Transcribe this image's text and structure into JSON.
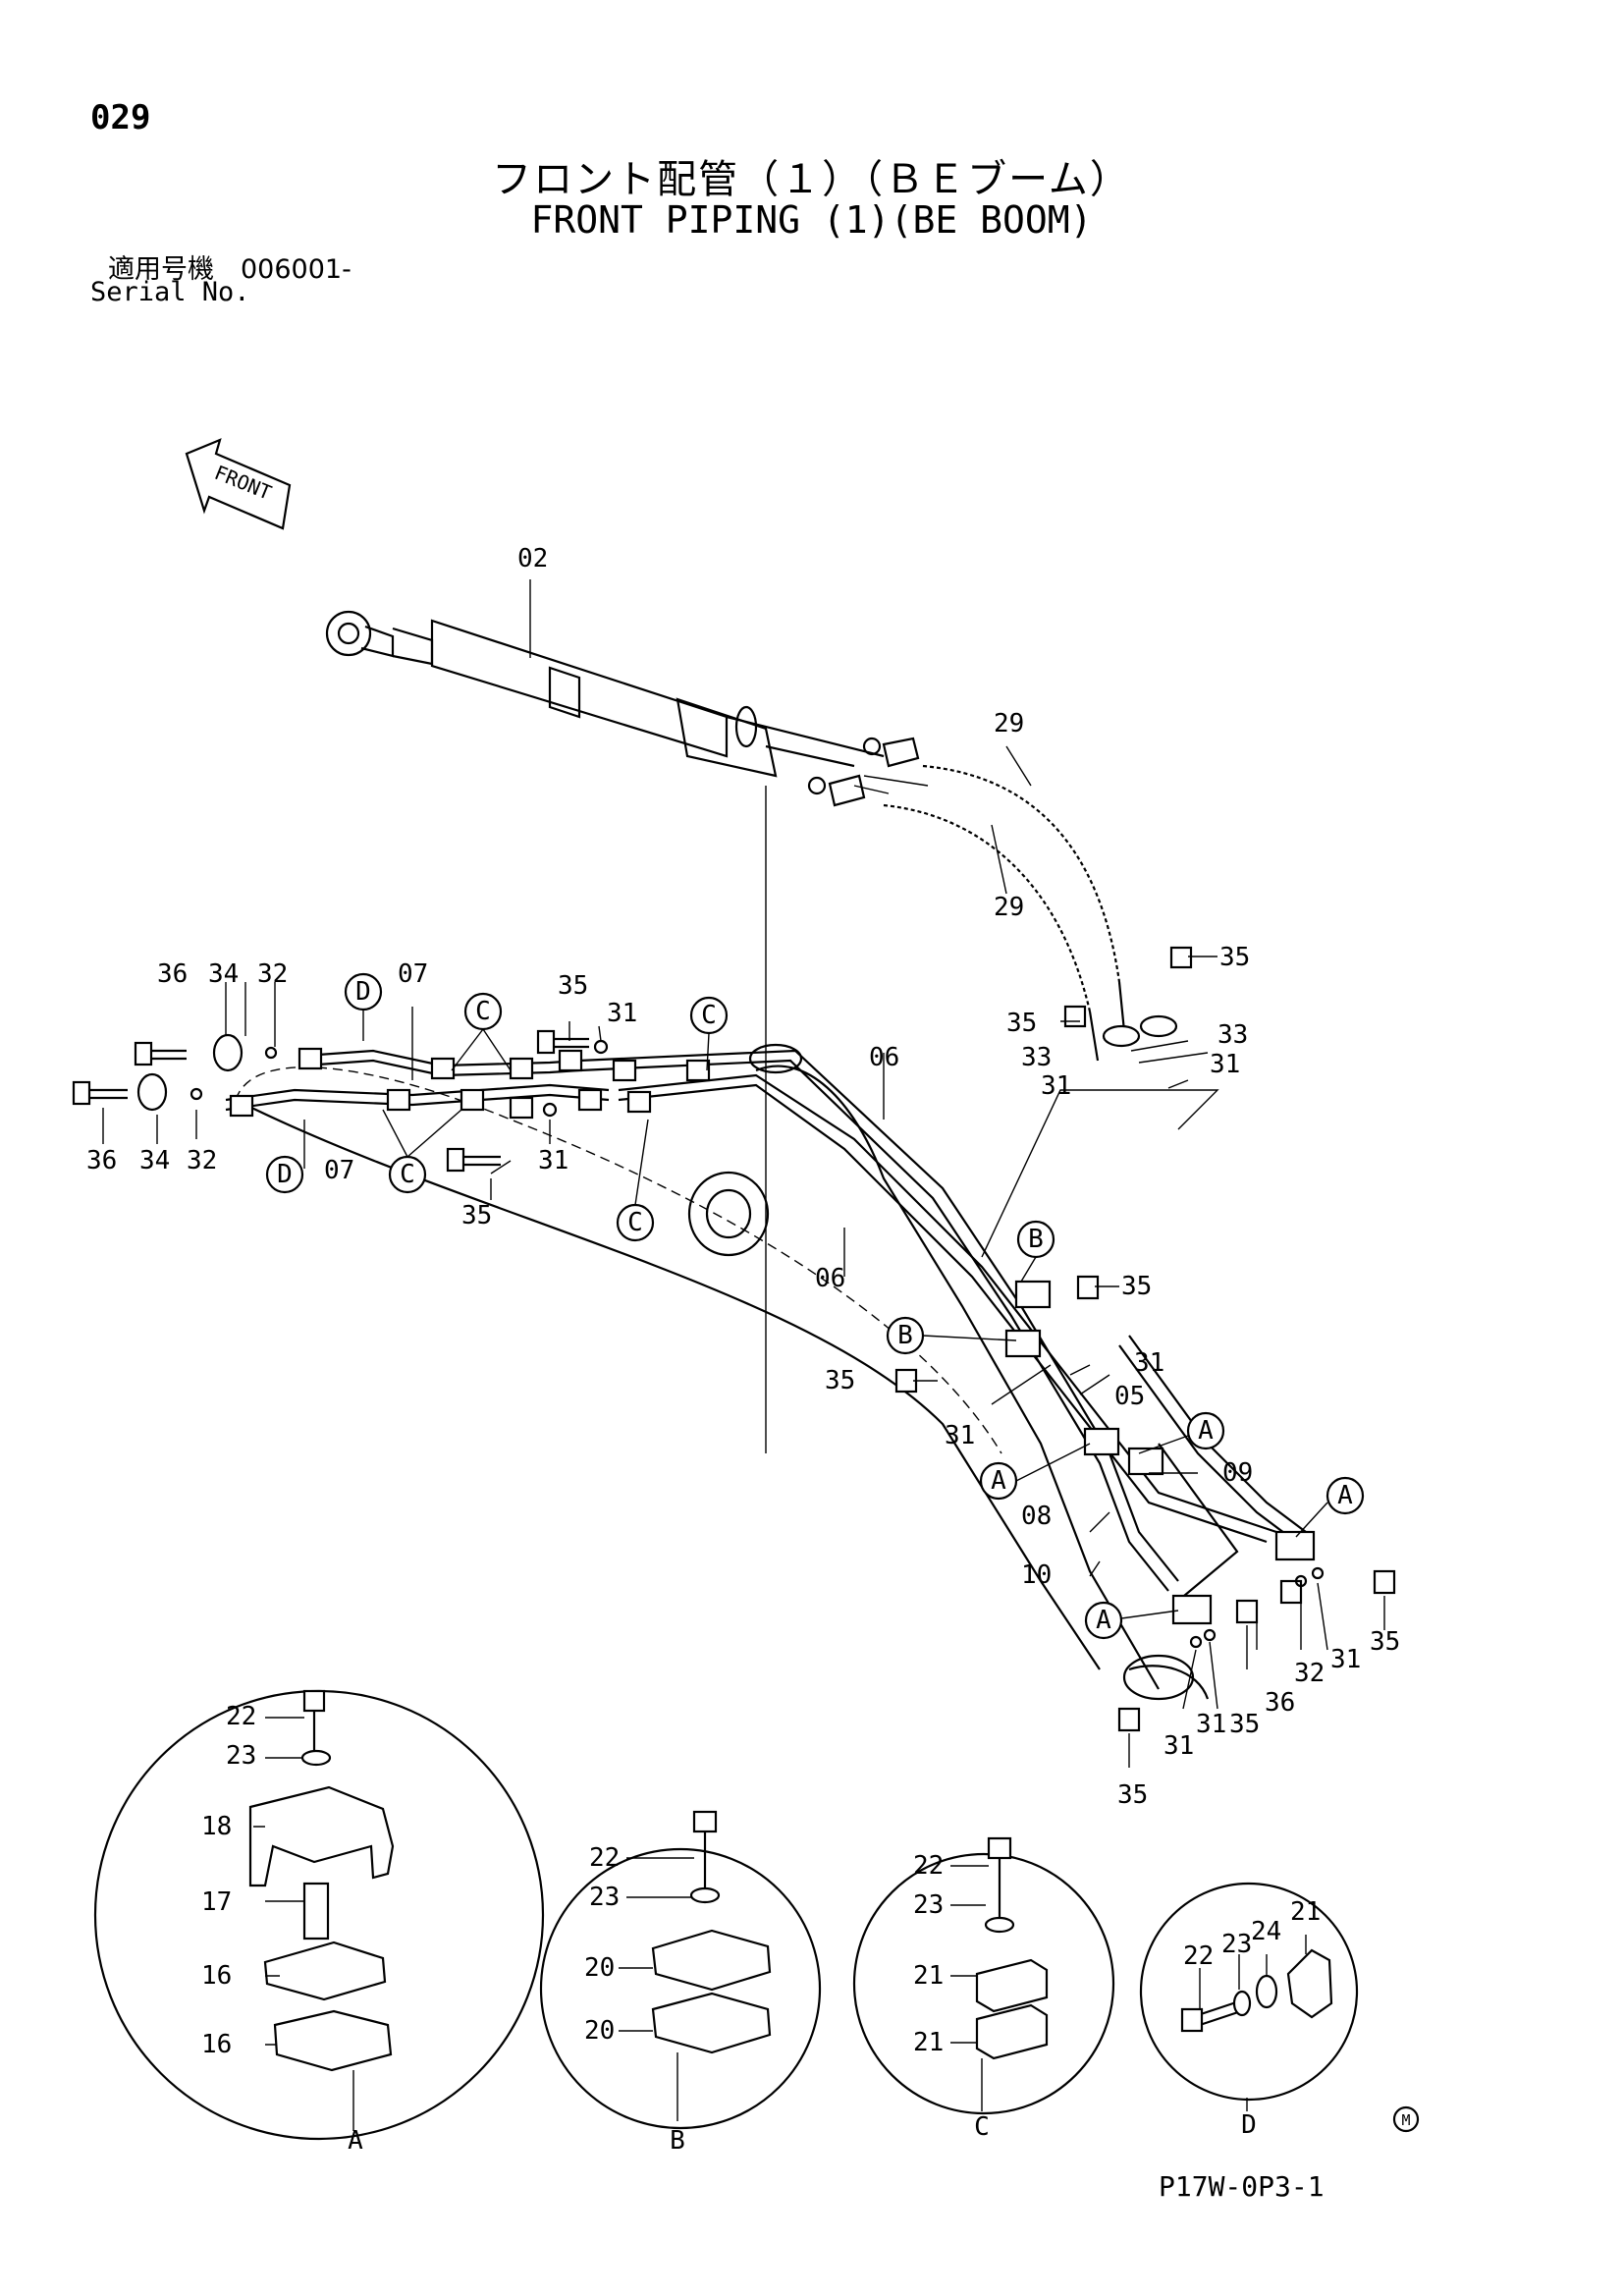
{
  "header": {
    "page_number": "029",
    "title_jp": "フロント配管（１）（ＢＥブーム）",
    "title_en": "FRONT PIPING (1)(BE BOOM)",
    "serial_label_jp": "適用号機　006001-",
    "serial_label_en": "Serial No."
  },
  "diagram": {
    "front_arrow_label": "FRONT",
    "part_labels": {
      "p02": "02",
      "p29a": "29",
      "p29b": "29",
      "p35_tr": "35",
      "p35_ml": "35",
      "p35_bl": "35",
      "p35_rm": "35",
      "p35_mid": "35",
      "p35_br": "35",
      "p35_bc1": "35",
      "p35_bc2": "35",
      "p33a": "33",
      "p33b": "33",
      "p31_tr": "31",
      "p31_r2": "31",
      "p31_ml": "31",
      "p31_ml2": "31",
      "p31_m1": "31",
      "p31_m2": "31",
      "p31_b1": "31",
      "p31_b2": "31",
      "p31_b3": "31",
      "p36a": "36",
      "p36b": "36",
      "p36c": "36",
      "p34a": "34",
      "p34b": "34",
      "p32a": "32",
      "p32b": "32",
      "p32c": "32",
      "p07a": "07",
      "p07b": "07",
      "p06a": "06",
      "p06b": "06",
      "p05": "05",
      "p09": "09",
      "p08": "08",
      "p10": "10"
    },
    "callouts": [
      "A",
      "B",
      "C",
      "D"
    ]
  },
  "details": {
    "A": {
      "letter": "A",
      "labels": [
        "22",
        "23",
        "18",
        "17",
        "16",
        "16"
      ]
    },
    "B": {
      "letter": "B",
      "labels": [
        "22",
        "23",
        "20",
        "20"
      ]
    },
    "C": {
      "letter": "C",
      "labels": [
        "22",
        "23",
        "21",
        "21"
      ]
    },
    "D": {
      "letter": "D",
      "labels": [
        "22",
        "23",
        "24",
        "21"
      ]
    }
  },
  "footer": {
    "mark": "M",
    "drawing_code": "P17W-0P3-1"
  }
}
